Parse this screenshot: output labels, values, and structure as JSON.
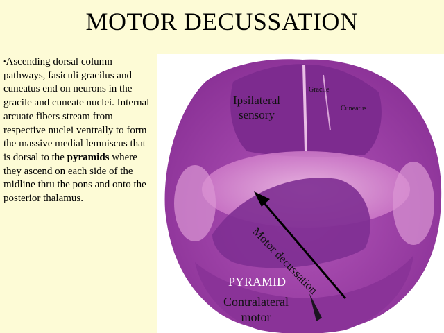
{
  "slide": {
    "title": "MOTOR DECUSSATION"
  },
  "body_text": {
    "bullet": "•",
    "part1": "Ascending dorsal column pathways, fasiculi gracilus and cuneatus end on neurons in the gracile and cuneate nuclei.  Internal arcuate fibers stream from respective nuclei ventrally to form the massive medial lemniscus that is dorsal to the ",
    "bold": "pyramids",
    "part2": " where they ascend on each side of the midline thru the pons and onto the posterior thalamus."
  },
  "figure": {
    "labels": {
      "ipsilateral_line1": "Ipsilateral",
      "ipsilateral_line2": "sensory",
      "gracile": "Gracile",
      "cuneatus": "Cuneatus",
      "motor_decussation": "Motor decussation",
      "pyramid": "PYRAMID",
      "contralateral_line1": "Contralateral",
      "contralateral_line2": "motor"
    },
    "colors": {
      "background": "#fdfbd6",
      "tissue_dark": "#7a2a8e",
      "tissue_light": "#e8a6dd",
      "pyramid_text": "#ffffff"
    }
  }
}
